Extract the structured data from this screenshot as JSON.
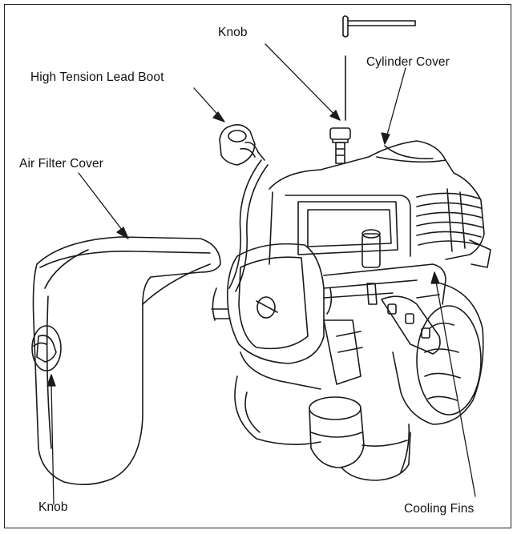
{
  "labels": {
    "knob_top": "Knob",
    "cylinder_cover": "Cylinder Cover",
    "high_tension_lead_boot": "High Tension Lead Boot",
    "air_filter_cover": "Air Filter Cover",
    "knob_bottom": "Knob",
    "cooling_fins": "Cooling Fins"
  },
  "colors": {
    "line": "#1a1a1a",
    "background": "#ffffff"
  },
  "icons": [
    "allen-wrench-icon",
    "knob-icon"
  ]
}
